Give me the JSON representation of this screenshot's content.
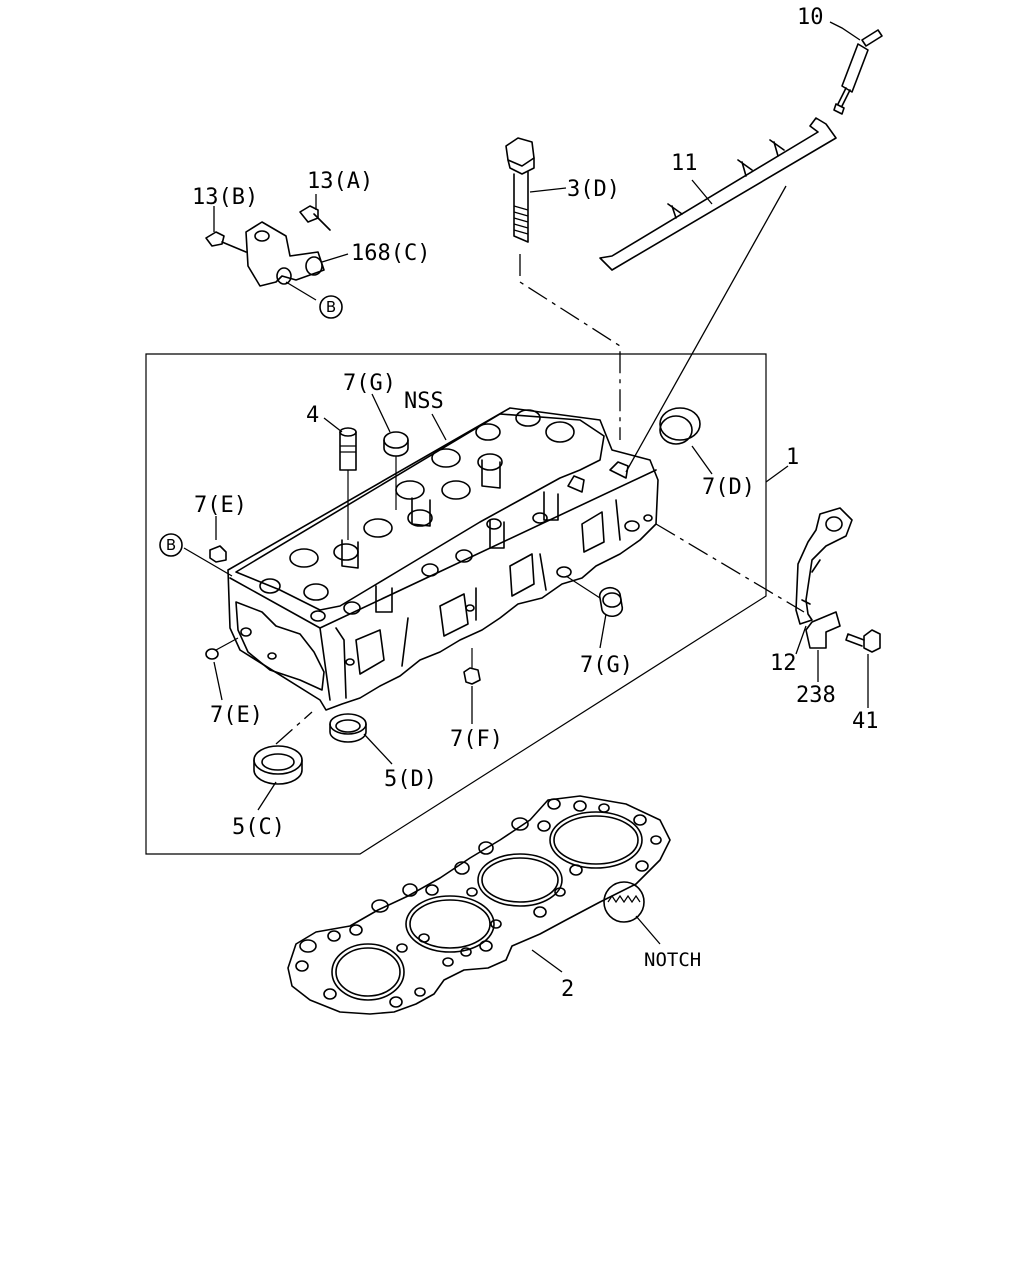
{
  "labels": {
    "p10": "10",
    "p11": "11",
    "p3d": "3(D)",
    "p13a": "13(A)",
    "p13b": "13(B)",
    "p168c": "168(C)",
    "pB_top": "B",
    "pB_left": "B",
    "p7g_top": "7(G)",
    "nss": "NSS",
    "p4": "4",
    "p7d": "7(D)",
    "p1": "1",
    "p7e_upper": "7(E)",
    "p7e_lower": "7(E)",
    "p7g_right": "7(G)",
    "p7f": "7(F)",
    "p5d": "5(D)",
    "p5c": "5(C)",
    "p12": "12",
    "p238": "238",
    "p41": "41",
    "p2": "2",
    "notch": "NOTCH"
  }
}
